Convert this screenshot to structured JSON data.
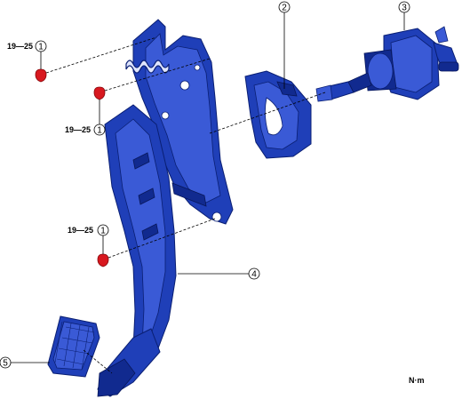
{
  "callouts": {
    "c1a": "1",
    "c1b": "1",
    "c1c": "1",
    "c2": "2",
    "c3": "3",
    "c4": "4",
    "c5": "5"
  },
  "torques": {
    "t1": "19—25",
    "t2": "19—25",
    "t3": "19—25"
  },
  "unit": "N·m",
  "colors": {
    "part": "#1f3fb8",
    "bolt": "#d8181f"
  }
}
